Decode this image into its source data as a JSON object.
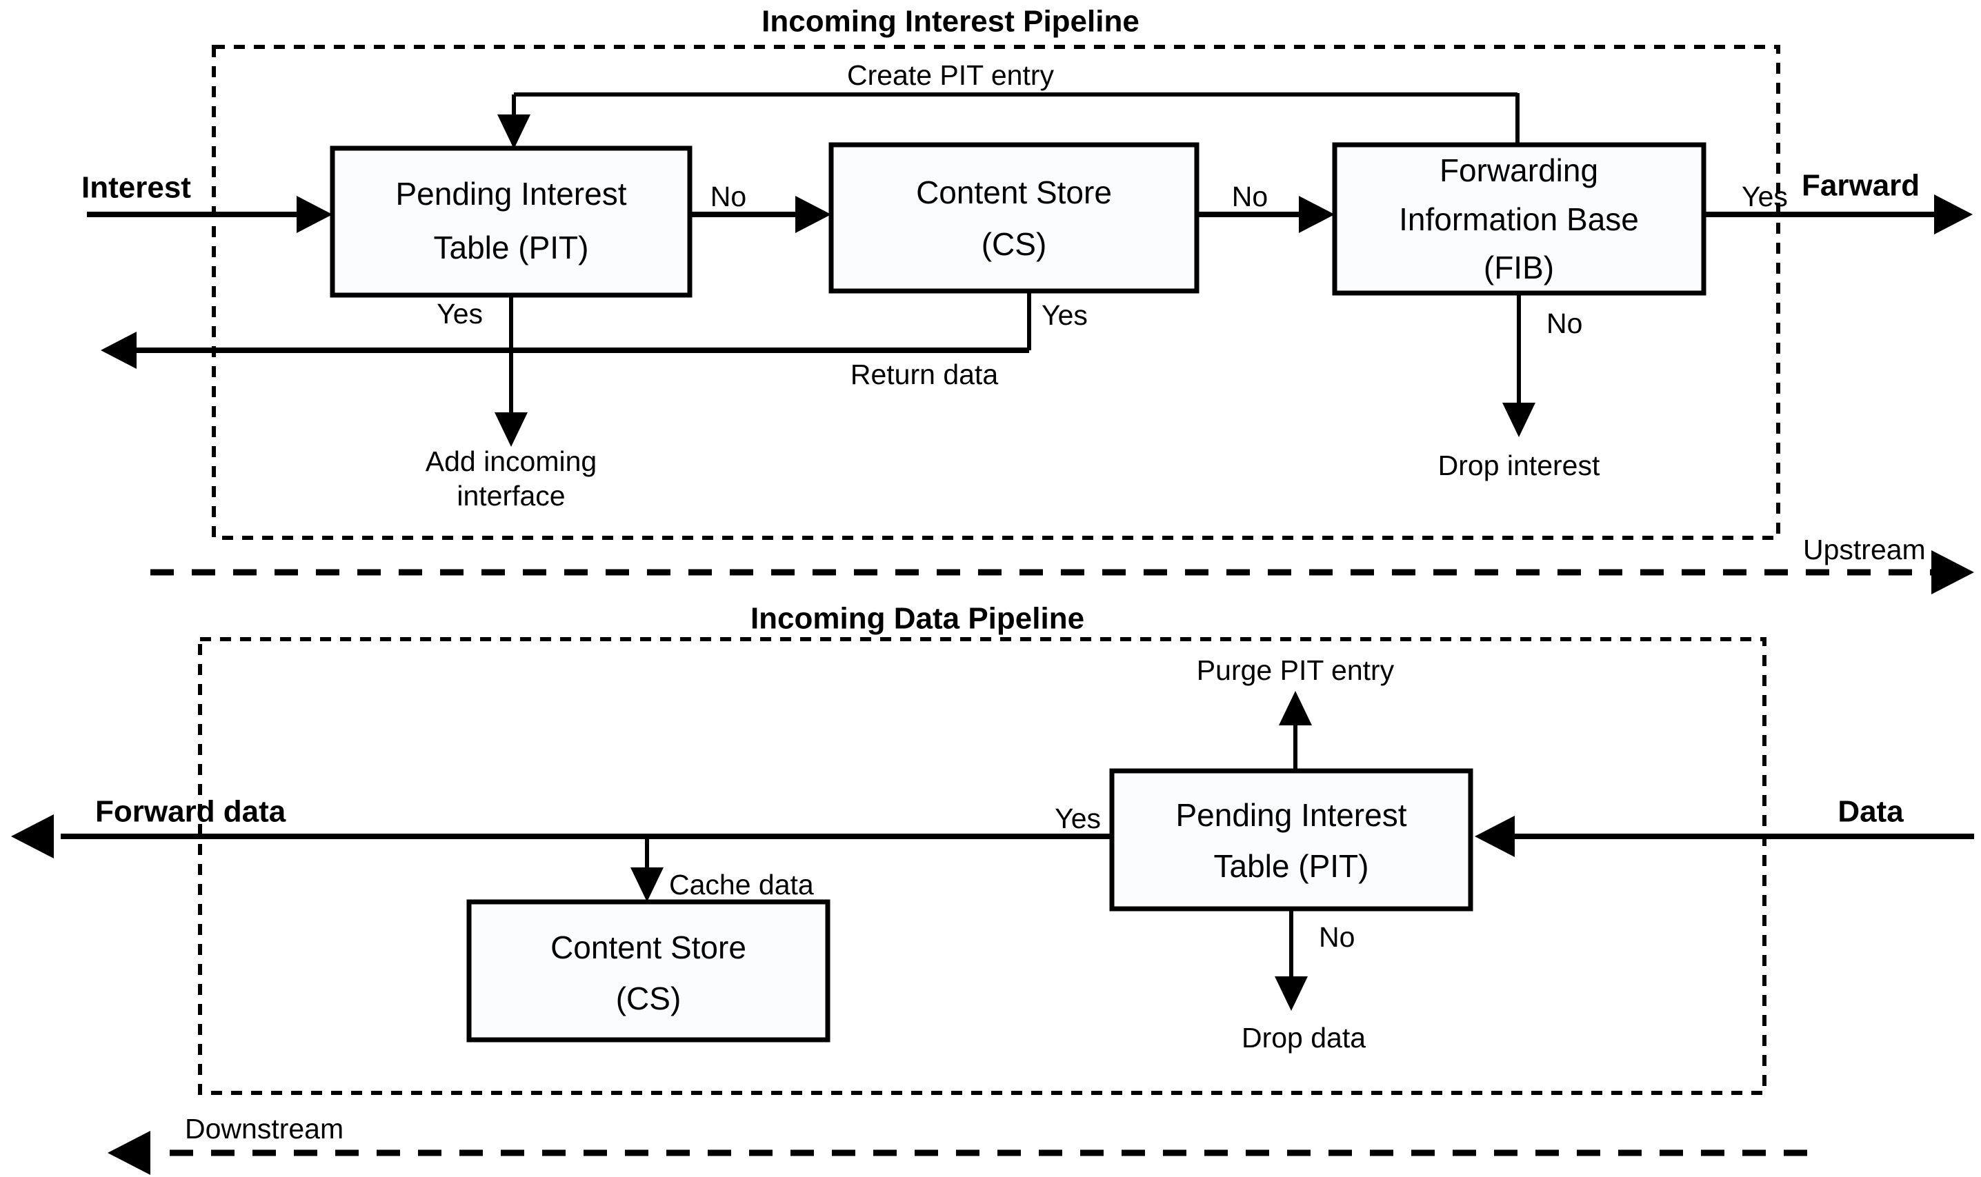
{
  "figure": {
    "type": "flowchart",
    "title_interest": "Incoming Interest Pipeline",
    "title_data": "Incoming Data Pipeline"
  },
  "interest_pipeline": {
    "title": "Incoming Interest Pipeline",
    "nodes": {
      "pit_line1": "Pending Interest",
      "pit_line2": "Table (PIT)",
      "cs_line1": "Content Store",
      "cs_line2": "(CS)",
      "fib_line1": "Forwarding",
      "fib_line2": "Information Base",
      "fib_line3": "(FIB)"
    },
    "terminals": {
      "input": "Interest",
      "output": "Farward"
    },
    "edges": {
      "create_pit_entry": "Create PIT entry",
      "pit_no": "No",
      "pit_yes": "Yes",
      "cs_no": "No",
      "cs_yes": "Yes",
      "fib_yes": "Yes",
      "fib_no": "No",
      "return_data": "Return data"
    },
    "actions": {
      "add_incoming_1": "Add incoming",
      "add_incoming_2": "interface",
      "drop_interest": "Drop interest"
    }
  },
  "data_pipeline": {
    "title": "Incoming Data Pipeline",
    "nodes": {
      "pit_line1": "Pending Interest",
      "pit_line2": "Table (PIT)",
      "cs_line1": "Content Store",
      "cs_line2": "(CS)"
    },
    "terminals": {
      "input": "Data",
      "output": "Forward data"
    },
    "edges": {
      "pit_yes": "Yes",
      "pit_no": "No",
      "cache_data": "Cache data",
      "purge_pit_entry": "Purge PIT entry"
    },
    "actions": {
      "drop_data": "Drop data"
    }
  },
  "stream_labels": {
    "upstream": "Upstream",
    "downstream": "Downstream"
  },
  "colors": {
    "stroke": "#000000",
    "node_fill": "#fbfcfe",
    "background": "#ffffff"
  }
}
